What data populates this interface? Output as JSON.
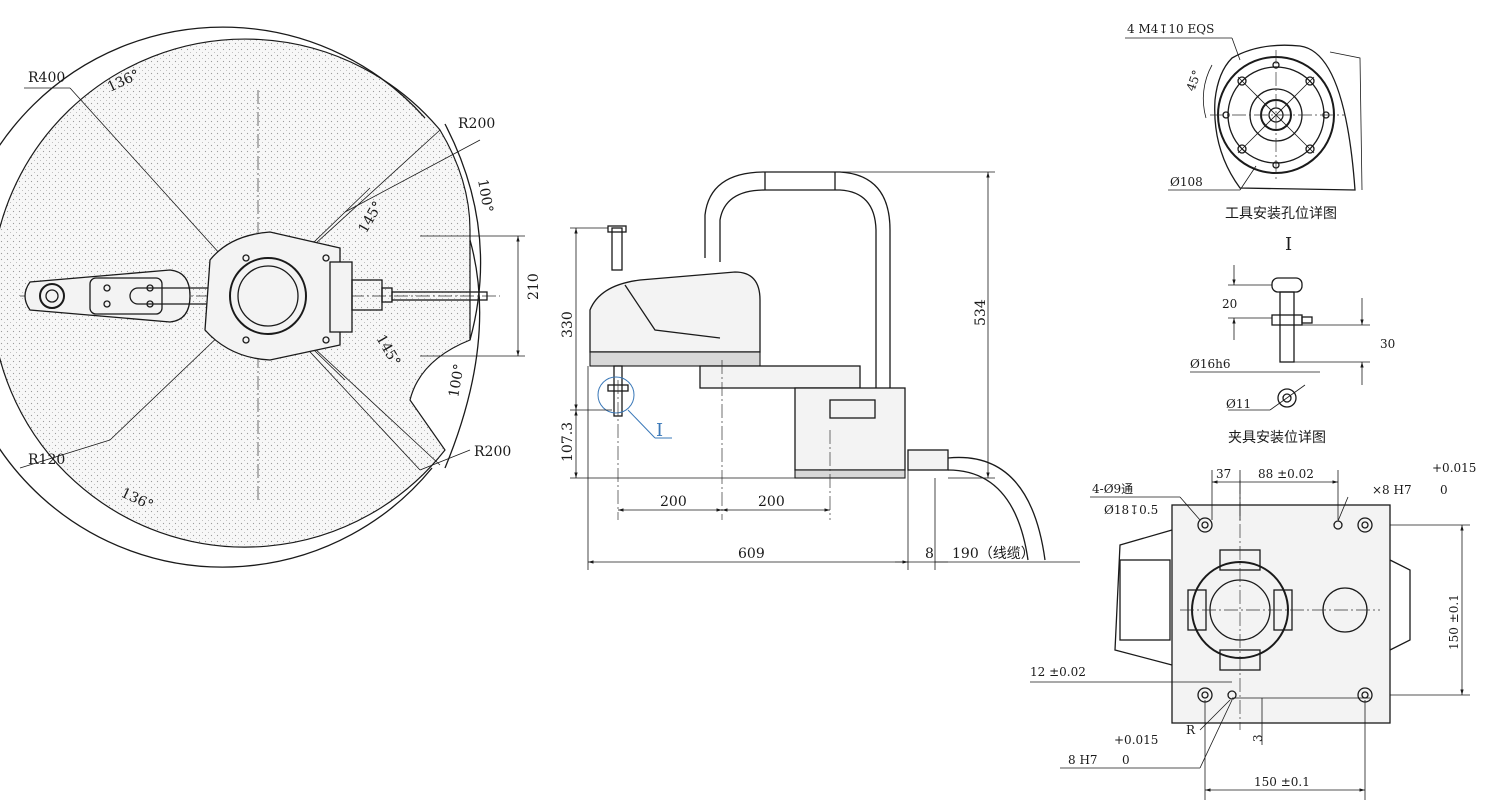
{
  "top_view": {
    "labels": {
      "r400": "R400",
      "r200_top": "R200",
      "r200_bottom": "R200",
      "r120": "R120",
      "ang136_top": "136°",
      "ang136_bottom": "136°",
      "ang100_top": "100°",
      "ang100_bottom": "100°",
      "ang145_top": "145°",
      "ang145_bottom": "145°",
      "dim210": "210"
    }
  },
  "side_view": {
    "labels": {
      "dim330": "330",
      "dim107": "107.3",
      "dim534": "534",
      "dim200_left": "200",
      "dim200_right": "200",
      "dim609": "609",
      "dim8": "8",
      "dim190": "190（线缆）",
      "detail_mark": "I"
    }
  },
  "tool_detail": {
    "labels": {
      "holes": "4 M4↧10 EQS",
      "ang45": "45°",
      "dia108": "Ø108",
      "caption": "工具安装孔位详图"
    }
  },
  "fixture_detail": {
    "labels": {
      "mark": "I",
      "dim20": "20",
      "dim30": "30",
      "dia16": "Ø16h6",
      "dia11": "Ø11",
      "caption": "夹具安装位详图"
    }
  },
  "base_view": {
    "labels": {
      "holes": "4-Ø9通",
      "cbore": "Ø18↧0.5",
      "dim37": "37",
      "dim88": "88 ±0.02",
      "pin_dia": "×8 H7",
      "tol_upper": "+0.015",
      "tol_lower": "0",
      "dim150_v": "150 ±0.1",
      "dim12": "12 ±0.02",
      "radius": "R",
      "dim3": "3",
      "pin_dia2": "8 H7",
      "tol_upper2": "+0.015",
      "tol_lower2": "0",
      "dim150_h": "150 ±0.1"
    }
  },
  "colors": {
    "line": "#1a1a1a",
    "detail_circle": "#3a78b8"
  }
}
